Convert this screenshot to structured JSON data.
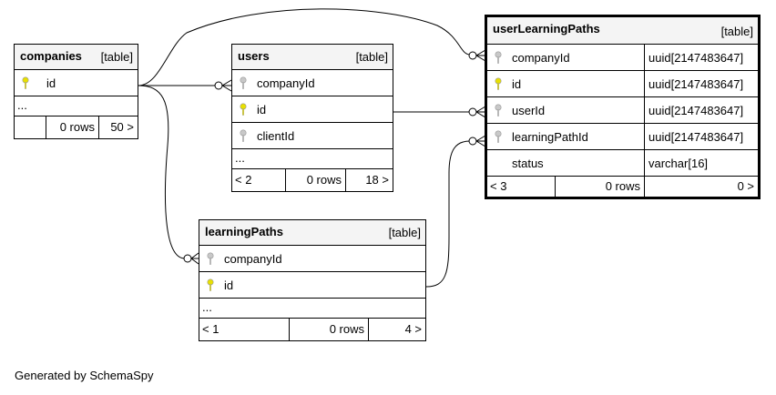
{
  "tables": {
    "companies": {
      "name": "companies",
      "kind": "[table]",
      "columns": [
        {
          "name": "id",
          "key": "primary"
        }
      ],
      "ellipsis": "...",
      "footer": {
        "left": "",
        "rows": "0 rows",
        "right": "50 >"
      }
    },
    "users": {
      "name": "users",
      "kind": "[table]",
      "columns": [
        {
          "name": "companyId",
          "key": "foreign"
        },
        {
          "name": "id",
          "key": "primary"
        },
        {
          "name": "clientId",
          "key": "foreign"
        }
      ],
      "ellipsis": "...",
      "footer": {
        "left": "< 2",
        "rows": "0 rows",
        "right": "18 >"
      }
    },
    "learningPaths": {
      "name": "learningPaths",
      "kind": "[table]",
      "columns": [
        {
          "name": "companyId",
          "key": "foreign"
        },
        {
          "name": "id",
          "key": "primary"
        }
      ],
      "ellipsis": "...",
      "footer": {
        "left": "< 1",
        "rows": "0 rows",
        "right": "4 >"
      }
    },
    "userLearningPaths": {
      "name": "userLearningPaths",
      "kind": "[table]",
      "columns": [
        {
          "name": "companyId",
          "key": "foreign",
          "type": "uuid[2147483647]"
        },
        {
          "name": "id",
          "key": "primary",
          "type": "uuid[2147483647]"
        },
        {
          "name": "userId",
          "key": "foreign",
          "type": "uuid[2147483647]"
        },
        {
          "name": "learningPathId",
          "key": "foreign",
          "type": "uuid[2147483647]"
        },
        {
          "name": "status",
          "key": "none",
          "type": "varchar[16]"
        }
      ],
      "footer": {
        "left": "< 3",
        "rows": "0 rows",
        "right": "0 >"
      }
    }
  },
  "colors": {
    "primary_key": "#e8e000",
    "foreign_key": "#b0b0b0",
    "header_bg": "#f4f4f4"
  },
  "footer_text": "Generated by SchemaSpy"
}
